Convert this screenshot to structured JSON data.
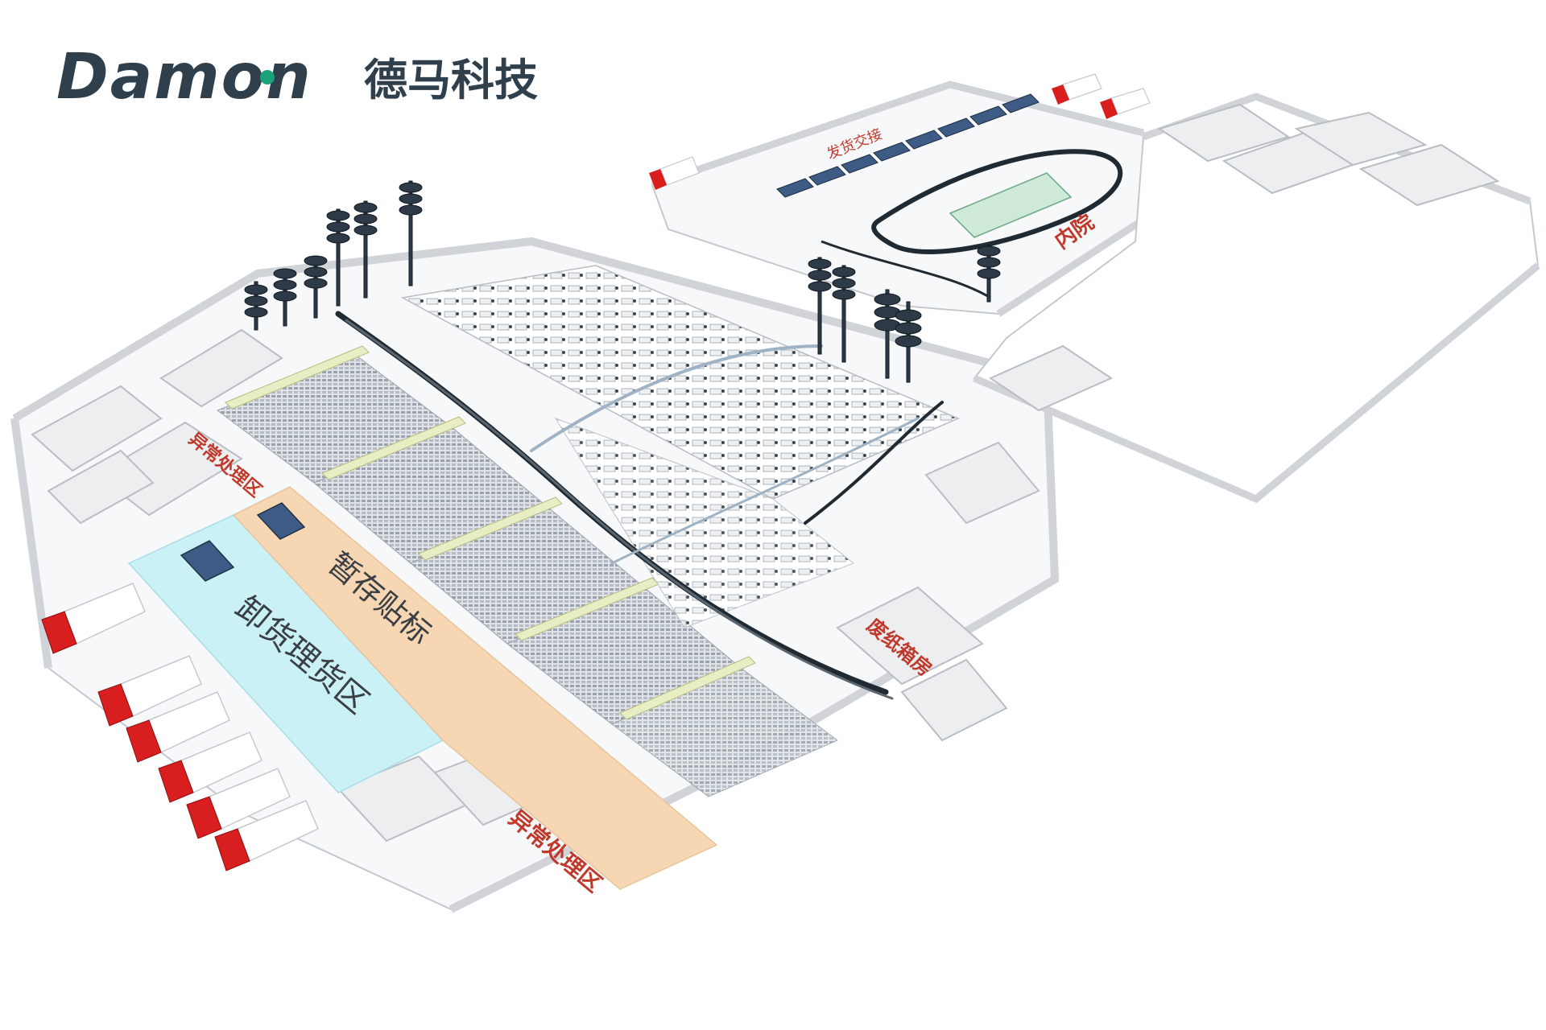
{
  "brand": {
    "logo_latin": "Damon",
    "logo_cn": "德马科技",
    "logo_color": "#2f3f4c",
    "logo_accent": "#1aa37a"
  },
  "zones": {
    "unload_sort": "卸货理货区",
    "temp_label": "暂存贴标",
    "exception_left": "异常处理区",
    "exception_bottom": "异常处理区",
    "waste_paper": "废纸箱房",
    "shipping": "发货交接",
    "inner_yard": "内院"
  },
  "colors": {
    "unload_zone": "#c9f1f6",
    "label_zone": "#f7d7b3",
    "label_red": "#c0392b",
    "truck_red": "#d81e1e",
    "conveyor": "#1f2a33",
    "wall": "#e6e8ea",
    "wall_edge": "#b9bec3",
    "workstation": "#e9edc4",
    "rack": "#c9ced4",
    "spiral": "#2e3a47"
  }
}
